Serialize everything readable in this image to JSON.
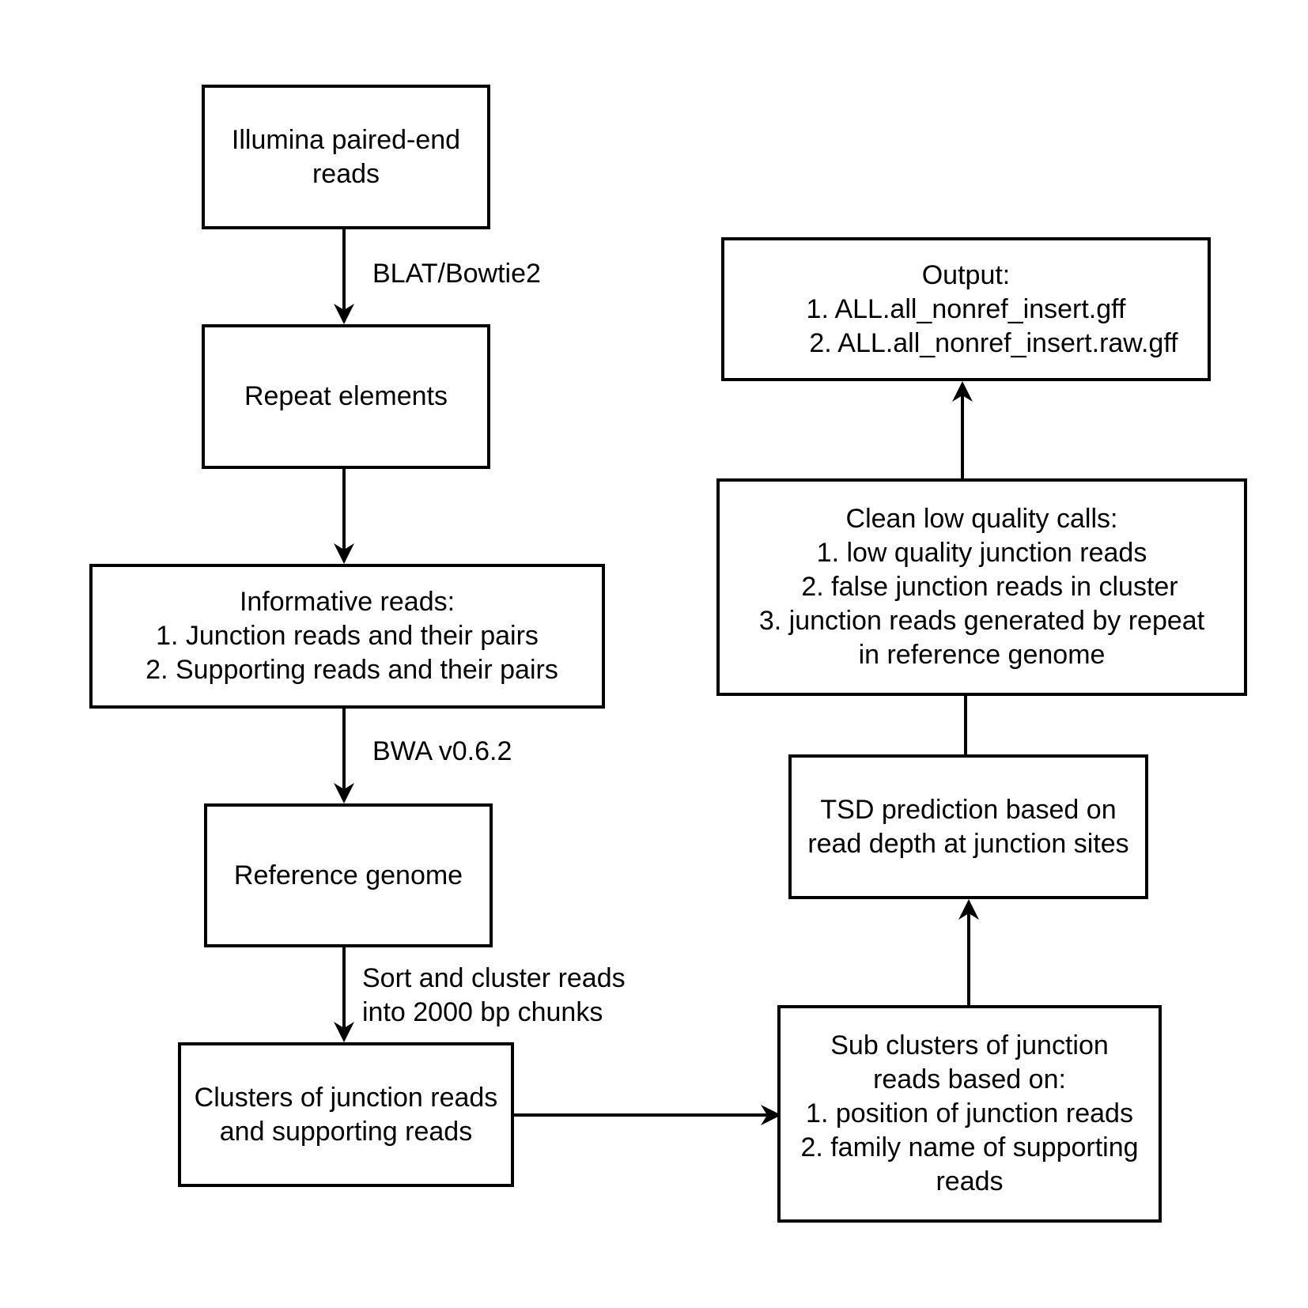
{
  "nodes": {
    "illumina": [
      "Illumina paired-end",
      "reads"
    ],
    "repeat": [
      "Repeat elements"
    ],
    "informative": [
      "Informative reads:",
      "1. Junction reads and their pairs",
      "2. Supporting reads and their pairs"
    ],
    "reference": [
      "Reference genome"
    ],
    "clusters": [
      "Clusters of junction reads",
      "and supporting reads"
    ],
    "subclusters": [
      "Sub clusters of junction",
      "reads based on:",
      "1. position of junction reads",
      "2. family name of supporting",
      "reads"
    ],
    "tsd": [
      "TSD prediction based on",
      "read depth at junction sites"
    ],
    "clean": [
      "Clean low quality calls:",
      "1. low quality junction reads",
      "2. false junction reads in cluster",
      "3. junction reads generated by repeat",
      "in reference genome"
    ],
    "output": [
      "Output:",
      "1. ALL.all_nonref_insert.gff",
      "2. ALL.all_nonref_insert.raw.gff"
    ]
  },
  "edge_labels": {
    "blat": "BLAT/Bowtie2",
    "bwa": "BWA v0.6.2",
    "sort_line1": "Sort and cluster reads",
    "sort_line2": "into 2000 bp chunks"
  }
}
